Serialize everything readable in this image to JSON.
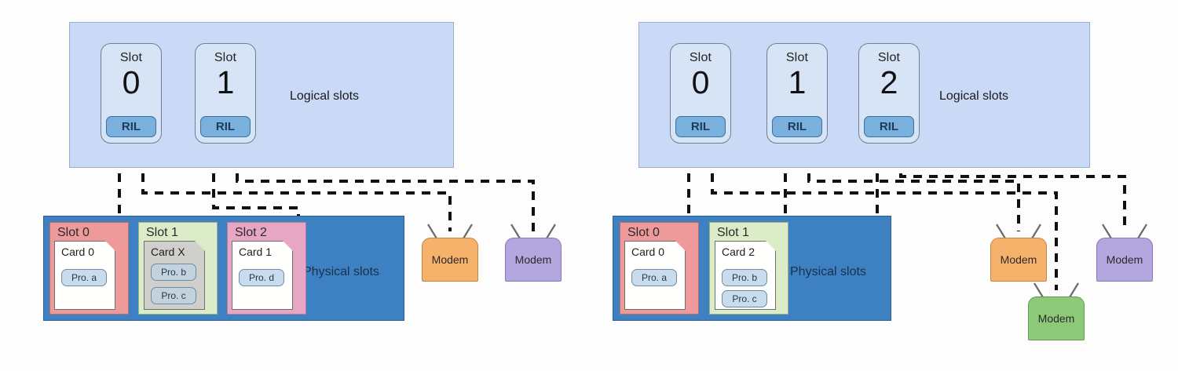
{
  "diagrams": [
    {
      "id": "left",
      "logical": {
        "caption": "Logical slots",
        "slots": [
          {
            "word": "Slot",
            "num": "0",
            "ril": "RIL"
          },
          {
            "word": "Slot",
            "num": "1",
            "ril": "RIL"
          }
        ]
      },
      "physical": {
        "caption": "Physical slots",
        "slots": [
          {
            "label": "Slot 0",
            "color": "red",
            "card": {
              "label": "Card 0",
              "state": "white",
              "processors": [
                "Pro. a"
              ]
            }
          },
          {
            "label": "Slot 1",
            "color": "green",
            "card": {
              "label": "Card X",
              "state": "gray",
              "processors": [
                "Pro. b",
                "Pro. c"
              ]
            }
          },
          {
            "label": "Slot 2",
            "color": "pink",
            "card": {
              "label": "Card 1",
              "state": "white",
              "processors": [
                "Pro. d"
              ]
            }
          }
        ]
      },
      "modems": [
        {
          "label": "Modem",
          "color": "orange"
        },
        {
          "label": "Modem",
          "color": "purple"
        }
      ]
    },
    {
      "id": "right",
      "logical": {
        "caption": "Logical slots",
        "slots": [
          {
            "word": "Slot",
            "num": "0",
            "ril": "RIL"
          },
          {
            "word": "Slot",
            "num": "1",
            "ril": "RIL"
          },
          {
            "word": "Slot",
            "num": "2",
            "ril": "RIL"
          }
        ]
      },
      "physical": {
        "caption": "Physical slots",
        "slots": [
          {
            "label": "Slot 0",
            "color": "red",
            "card": {
              "label": "Card 0",
              "state": "white",
              "processors": [
                "Pro. a"
              ]
            }
          },
          {
            "label": "Slot 1",
            "color": "green",
            "card": {
              "label": "Card 2",
              "state": "white",
              "processors": [
                "Pro. b",
                "Pro. c"
              ]
            }
          }
        ]
      },
      "modems": [
        {
          "label": "Modem",
          "color": "orange"
        },
        {
          "label": "Modem",
          "color": "purple"
        },
        {
          "label": "Modem",
          "color": "green"
        }
      ]
    }
  ],
  "colors": {
    "logical_panel_bg": "#c9d9f6",
    "logical_slot_bg": "#d7e4f5",
    "ril_bg": "#79b0dd",
    "physical_panel_bg": "#3e81c3",
    "slot_red": "#ef9a9a",
    "slot_green": "#dcecc8",
    "slot_pink": "#e7a7c4",
    "card_white": "#fffffd",
    "card_gray": "#cfcfcb",
    "processor_bg": "#c9dced",
    "modem_orange": "#f6b26b",
    "modem_purple": "#b4a7e0",
    "modem_green": "#8ec97a",
    "wire": "#111111"
  }
}
